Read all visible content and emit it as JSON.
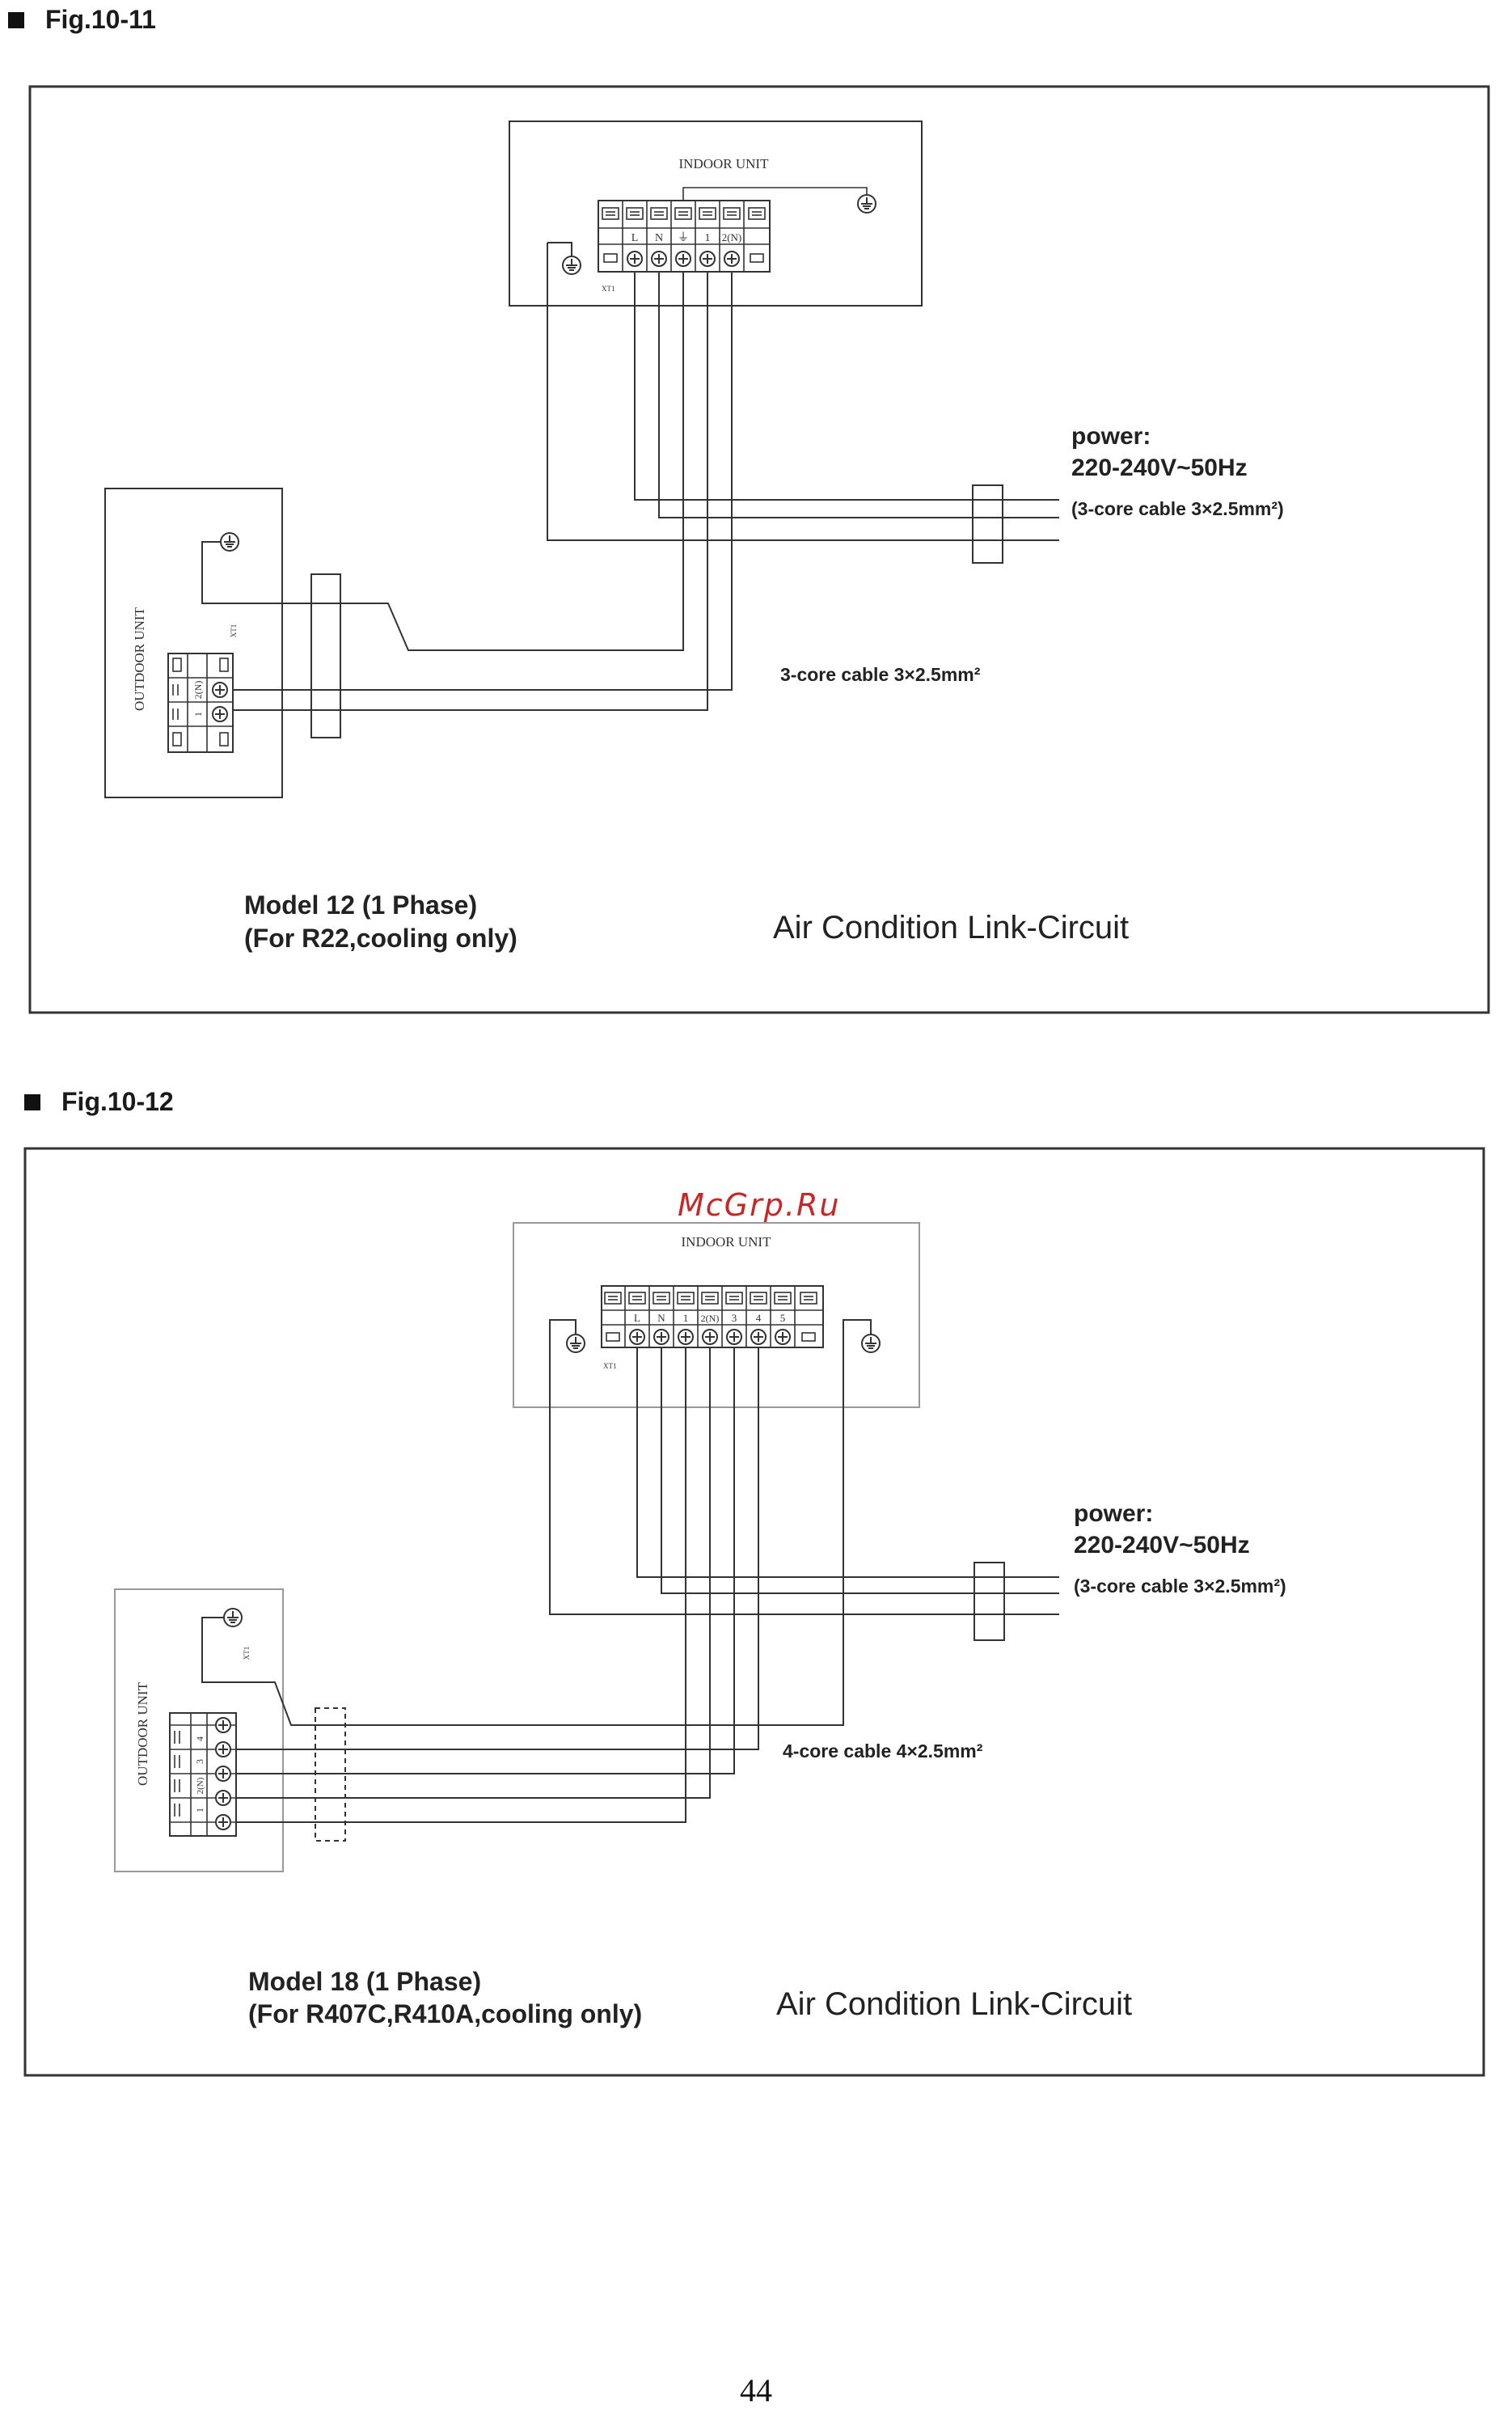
{
  "figures": [
    {
      "heading": "Fig.10-11",
      "indoor_label": "INDOOR UNIT",
      "outdoor_label": "OUTDOOR UNIT",
      "indoor_terminals": [
        "L",
        "N",
        "⏚",
        "1",
        "2(N)"
      ],
      "outdoor_terminals": [
        "2(N)",
        "1"
      ],
      "terminal_block_code": "XT1",
      "power_label": "power:",
      "power_voltage": "220-240V~50Hz",
      "power_cable": "(3-core cable 3×2.5mm²)",
      "link_cable": "3-core cable 3×2.5mm²",
      "model_line1": "Model 12 (1 Phase)",
      "model_line2": "(For R22,cooling only)",
      "circuit_title": "Air Condition Link-Circuit"
    },
    {
      "heading": "Fig.10-12",
      "indoor_label": "INDOOR UNIT",
      "outdoor_label": "OUTDOOR UNIT",
      "indoor_terminals": [
        "L",
        "N",
        "1",
        "2(N)",
        "3",
        "4",
        "5"
      ],
      "outdoor_terminals": [
        "4",
        "3",
        "2(N)",
        "1"
      ],
      "terminal_block_code": "XT1",
      "power_label": "power:",
      "power_voltage": "220-240V~50Hz",
      "power_cable": "(3-core cable 3×2.5mm²)",
      "link_cable": "4-core cable 4×2.5mm²",
      "model_line1": "Model 18 (1 Phase)",
      "model_line2": "(For R407C,R410A,cooling only)",
      "circuit_title": "Air Condition Link-Circuit"
    }
  ],
  "watermark": "McGrp.Ru",
  "page_number": "44",
  "colors": {
    "line": "#333333",
    "watermark": "#c62828"
  }
}
